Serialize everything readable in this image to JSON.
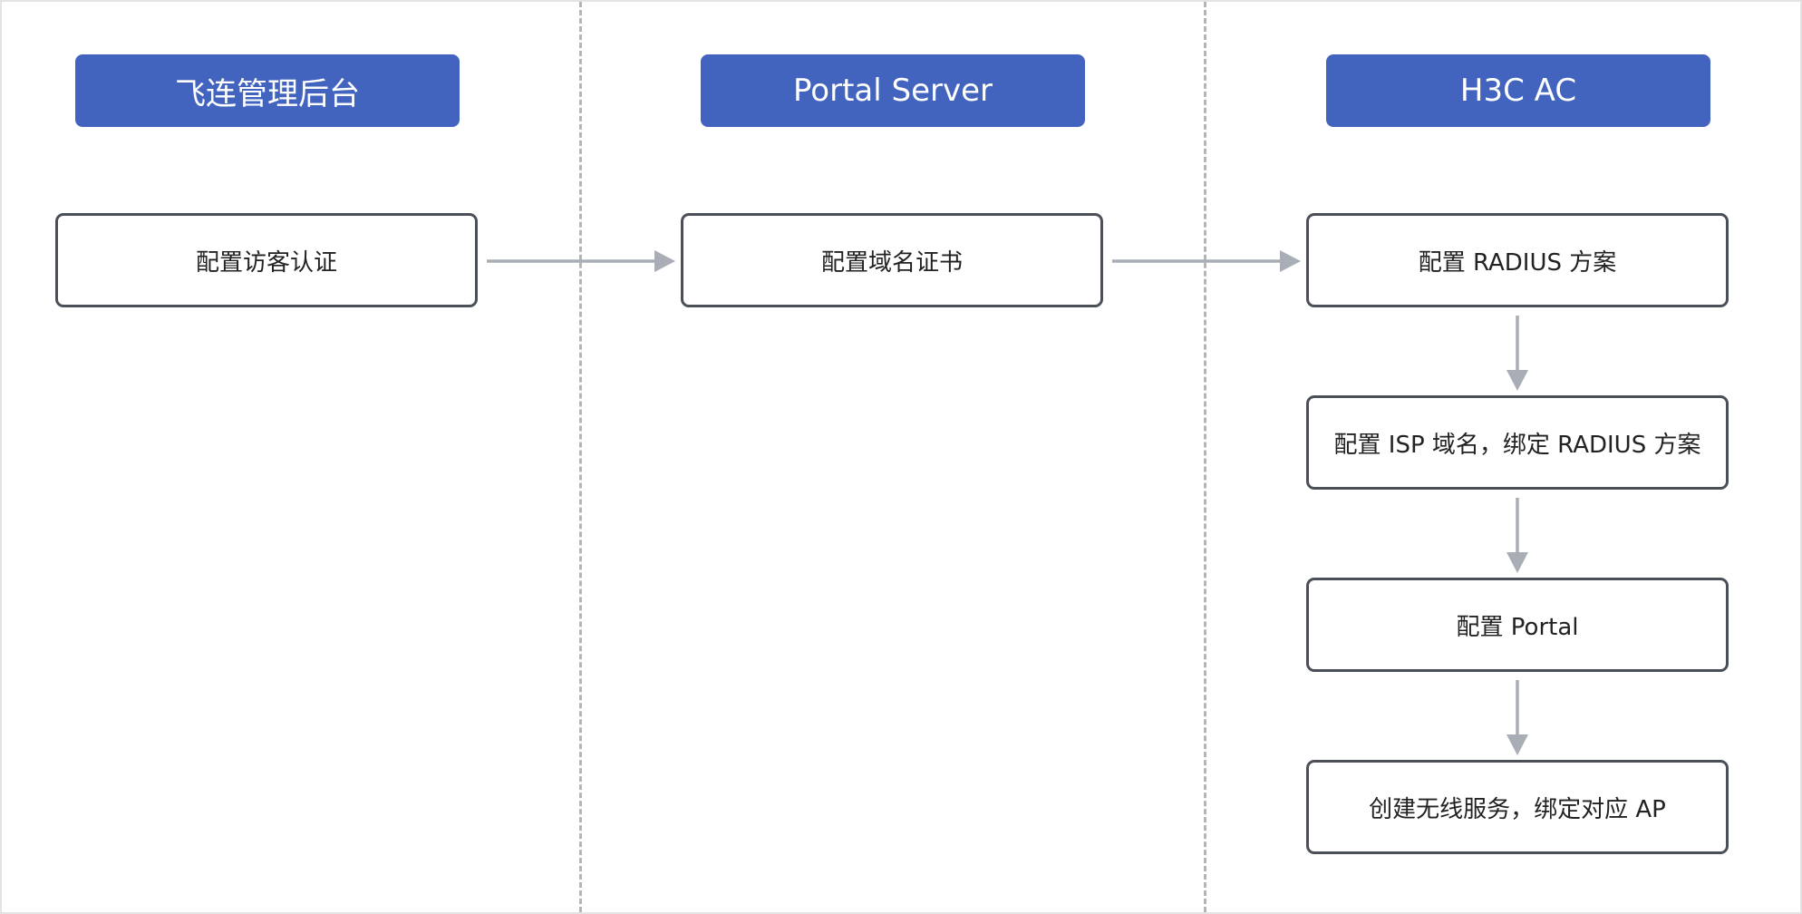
{
  "lanes": [
    {
      "title": "飞连管理后台"
    },
    {
      "title": "Portal Server"
    },
    {
      "title": "H3C AC"
    }
  ],
  "steps": {
    "guest_auth": "配置访客认证",
    "domain_cert": "配置域名证书",
    "radius_scheme": "配置 RADIUS 方案",
    "isp_domain": "配置 ISP 域名，绑定 RADIUS 方案",
    "portal": "配置 Portal",
    "wireless_service": "创建无线服务，绑定对应 AP"
  },
  "colors": {
    "header_fill": "#4264bf",
    "box_border": "#4b4f57",
    "arrow": "#a9adb5",
    "divider": "#b5b5b5"
  }
}
